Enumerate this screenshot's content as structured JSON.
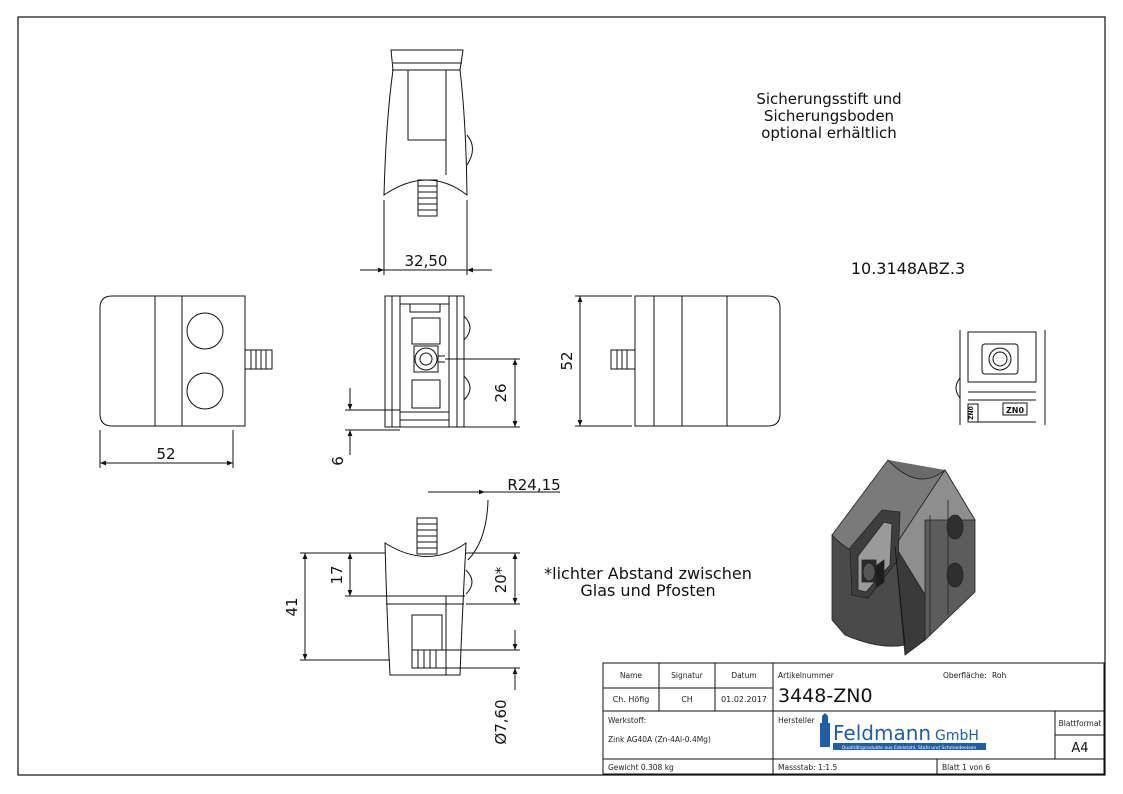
{
  "notes": {
    "optional_line1": "Sicherungsstift und",
    "optional_line2": "Sicherungsboden",
    "optional_line3": "optional erhältlich",
    "part_ref": "10.3148ABZ.3",
    "clearance_line1": "*lichter Abstand zwischen",
    "clearance_line2": "Glas und Pfosten"
  },
  "dimensions": {
    "top_width": "32,50",
    "left_width": "52",
    "right_height": "52",
    "center_height": "26",
    "center_slot": "6",
    "radius": "R24,15",
    "bottom_total": "41",
    "bottom_upper": "17",
    "bottom_gap": "20*",
    "bottom_diameter": "Ø7,60"
  },
  "detail": {
    "stamp": "ZN0",
    "stamp_side": "ZN0"
  },
  "title_block": {
    "name_header": "Name",
    "signature_header": "Signatur",
    "date_header": "Datum",
    "name": "Ch. Höfig",
    "signature": "CH",
    "date": "01.02.2017",
    "article_label": "Artikelnummer",
    "article_number": "3448-ZN0",
    "surface_label": "Oberfläche:",
    "surface_value": "Roh",
    "material_label": "Werkstoff:",
    "material_value": "Zink AG40A (Zn-4Al-0.4Mg)",
    "manufacturer_label": "Hersteller",
    "company_name": "Feldmann",
    "company_suffix": "GmbH",
    "company_tagline": "Qualitätsprodukte aus Edelstahl, Stahl und Schmiedeeisen",
    "format_label": "Blattformat",
    "format_value": "A4",
    "weight": "Gewicht 0.308 kg",
    "scale": "Massstab: 1:1.5",
    "sheet": "Blatt 1 von 6"
  },
  "colors": {
    "line": "#111111",
    "iso_dark": "#3c3c3c",
    "iso_mid": "#5f5f5f",
    "iso_light": "#8a8a8a",
    "logo_blue": "#1f5fa8"
  }
}
